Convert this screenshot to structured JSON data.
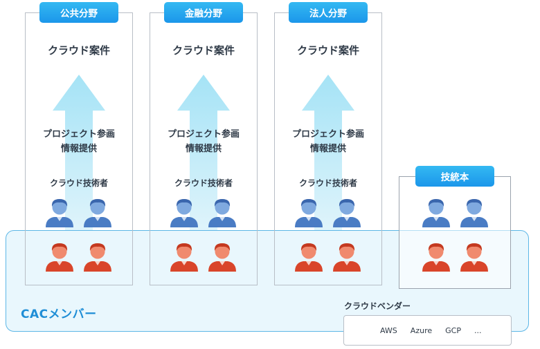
{
  "columns": [
    {
      "sector": "公共分野",
      "top_label": "クラウド案件",
      "middle_line1": "プロジェクト参画",
      "middle_line2": "情報提供",
      "engineers_label": "クラウド技術者"
    },
    {
      "sector": "金融分野",
      "top_label": "クラウド案件",
      "middle_line1": "プロジェクト参画",
      "middle_line2": "情報提供",
      "engineers_label": "クラウド技術者"
    },
    {
      "sector": "法人分野",
      "top_label": "クラウド案件",
      "middle_line1": "プロジェクト参画",
      "middle_line2": "情報提供",
      "engineers_label": "クラウド技術者"
    }
  ],
  "tech_headquarters": {
    "label": "技統本"
  },
  "members": {
    "label": "CACメンバー"
  },
  "vendors": {
    "label": "クラウドベンダー",
    "items": [
      "AWS",
      "Azure",
      "GCP",
      "..."
    ]
  },
  "colors": {
    "badge": "#1b96ea",
    "band_border": "#5cb6e6",
    "band_fill": "#e2f4fc",
    "blue_person": "#4a7cc4",
    "red_person": "#d9452a",
    "arrow": "#a5e3f6"
  },
  "icons": {
    "engineer": "blue-person-icon",
    "member": "red-person-icon",
    "arrow": "up-arrow-icon"
  }
}
